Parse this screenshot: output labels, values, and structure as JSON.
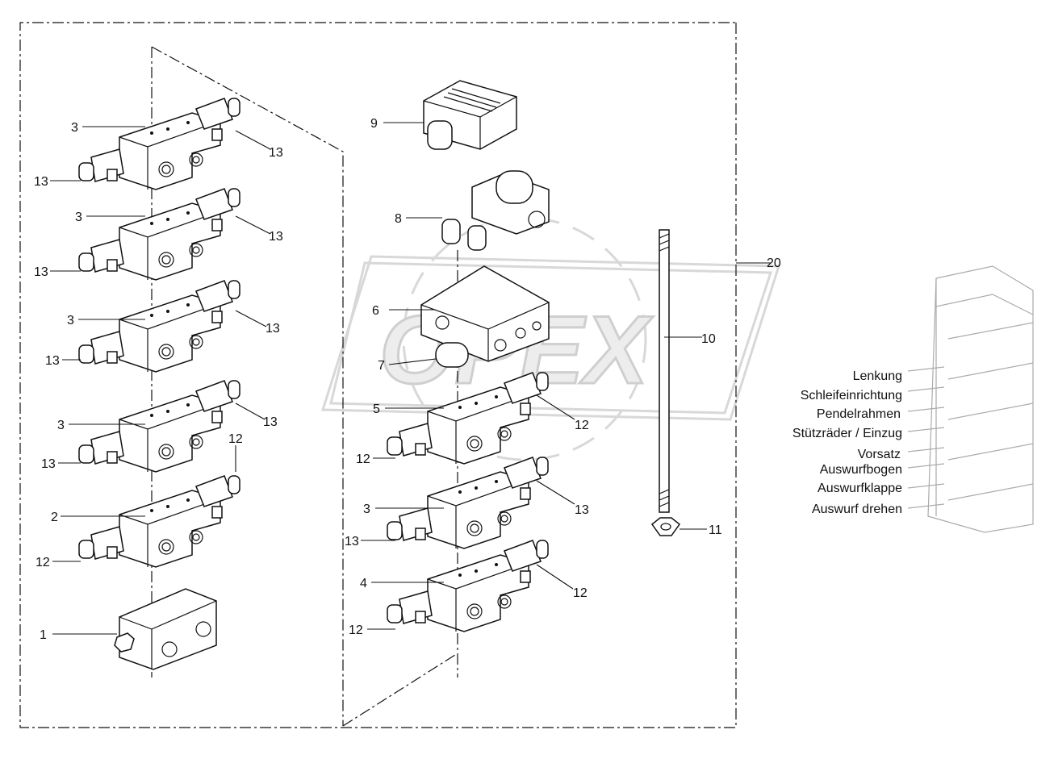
{
  "watermark": "OPEX",
  "part_numbers": {
    "p1": "1",
    "p2": "2",
    "p3": "3",
    "p4": "4",
    "p5": "5",
    "p6": "6",
    "p7": "7",
    "p8": "8",
    "p9": "9",
    "p10": "10",
    "p11": "11",
    "p12": "12",
    "p13": "13",
    "p20": "20"
  },
  "legend": [
    "Lenkung",
    "Schleifeinrichtung",
    "Pendelrahmen",
    "Stützräder / Einzug",
    "Vorsatz",
    "Auswurfbogen",
    "Auswurfklappe",
    "Auswurf drehen"
  ]
}
